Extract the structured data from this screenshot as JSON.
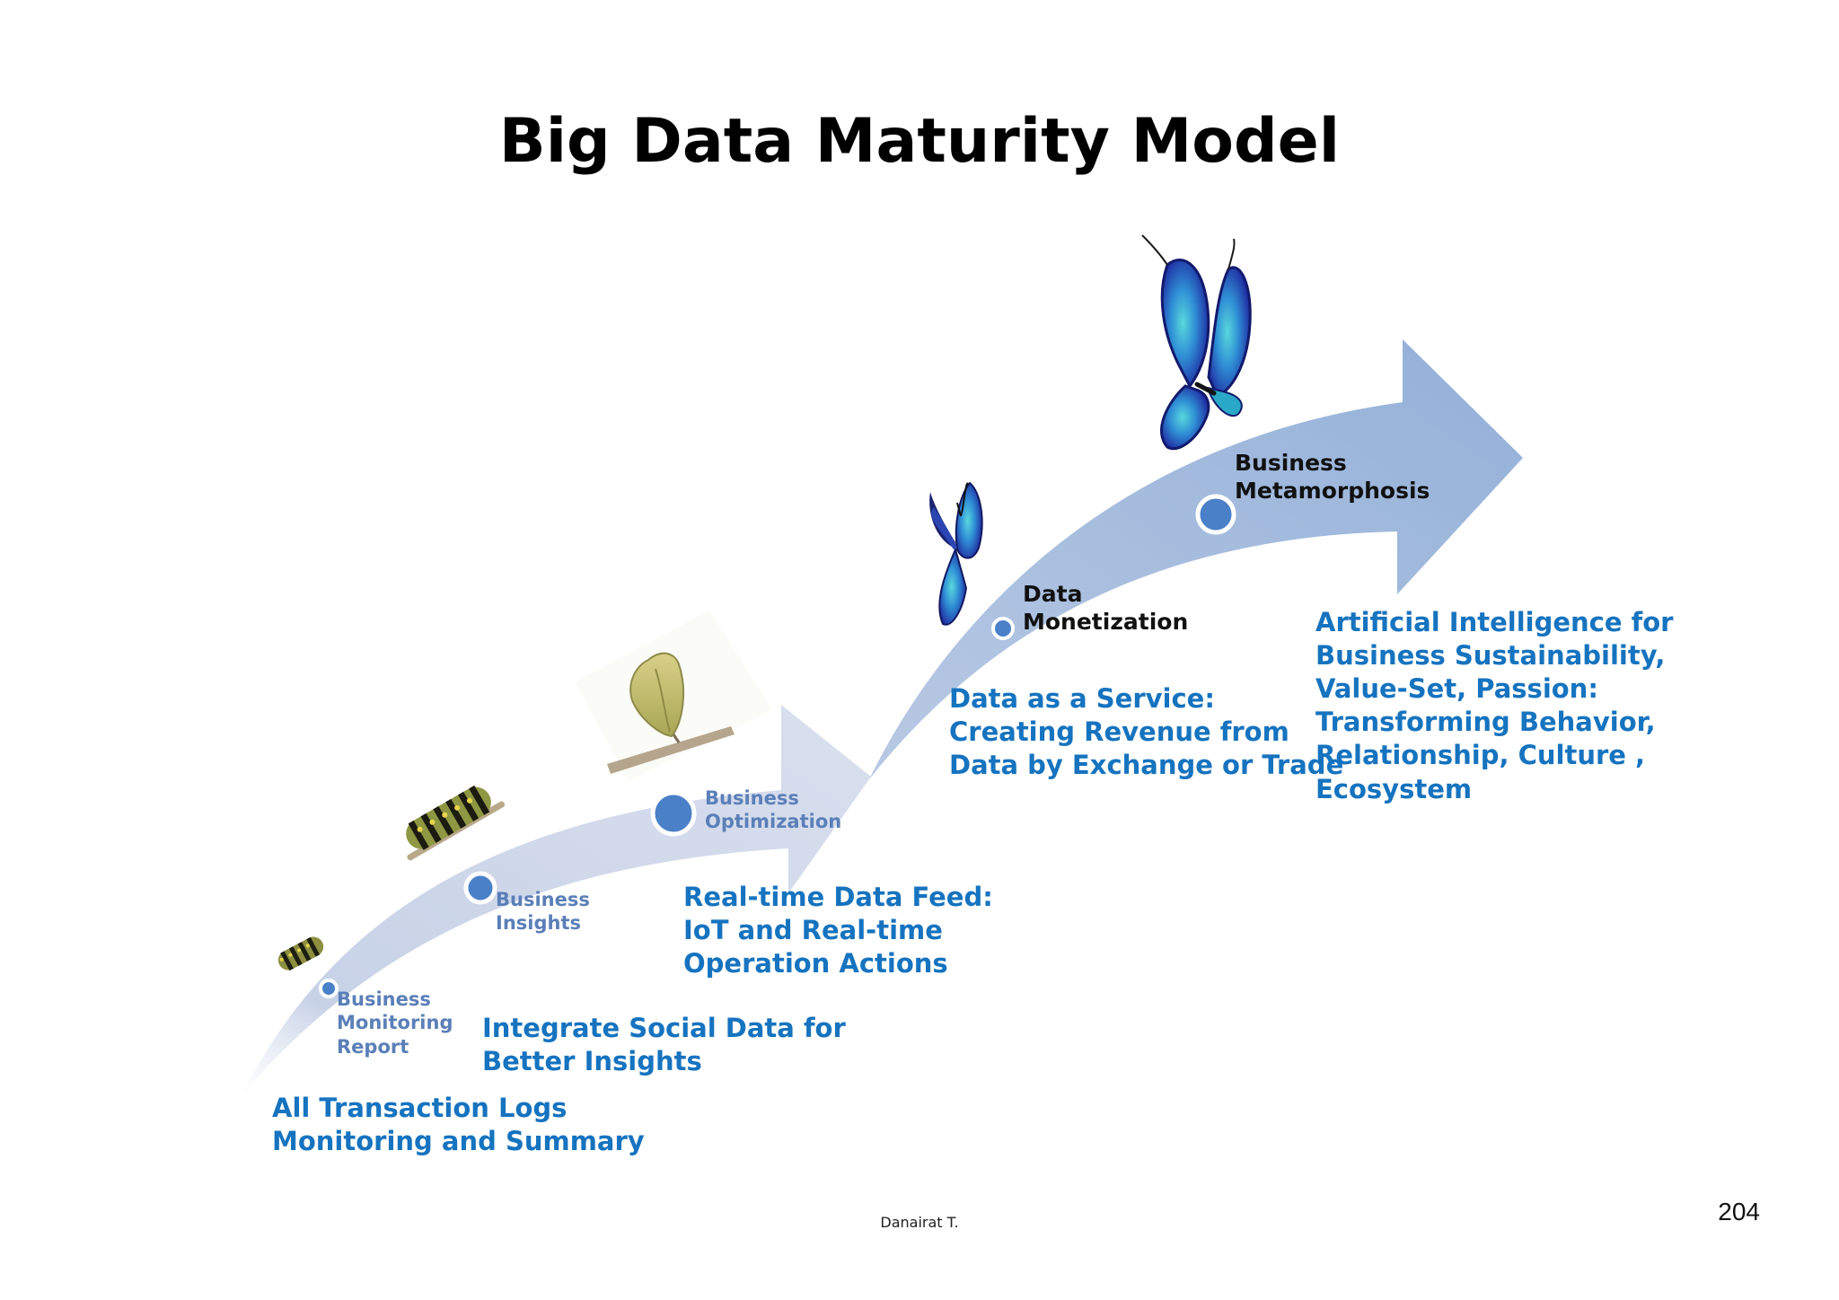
{
  "slide": {
    "title": "Big Data Maturity Model",
    "author": "Danairat T.",
    "page_number": "204"
  },
  "stages": [
    {
      "name_lines": [
        "Business",
        "Monitoring",
        "Report"
      ],
      "description_lines": [
        "All Transaction Logs",
        "Monitoring and Summary"
      ]
    },
    {
      "name_lines": [
        "Business",
        "Insights"
      ],
      "description_lines": [
        "Integrate Social Data for",
        "Better Insights"
      ]
    },
    {
      "name_lines": [
        "Business",
        "Optimization"
      ],
      "description_lines": [
        "Real-time Data Feed:",
        "IoT and Real-time",
        "Operation Actions"
      ]
    },
    {
      "name_lines": [
        "Data",
        "Monetization"
      ],
      "description_lines": [
        "Data as a Service:",
        "Creating Revenue from",
        "Data by Exchange or Trade"
      ]
    },
    {
      "name_lines": [
        "Business",
        "Metamorphosis"
      ],
      "description_lines": [
        "Artificial Intelligence for",
        "Business Sustainability,",
        "Value-Set, Passion:",
        "Transforming Behavior,",
        "Relationship, Culture ,",
        "Ecosystem"
      ]
    }
  ],
  "colors": {
    "arrow_light": "#d5dbeb",
    "arrow_dark": "#94b1d8",
    "node_fill": "#4a80c8",
    "description_text": "#1673bf",
    "stage_text_light": "#5b7fb8",
    "stage_text_dark": "#111111"
  },
  "illustrations": [
    "caterpillar-small",
    "caterpillar-large",
    "chrysalis",
    "butterfly-small",
    "butterfly-large"
  ]
}
